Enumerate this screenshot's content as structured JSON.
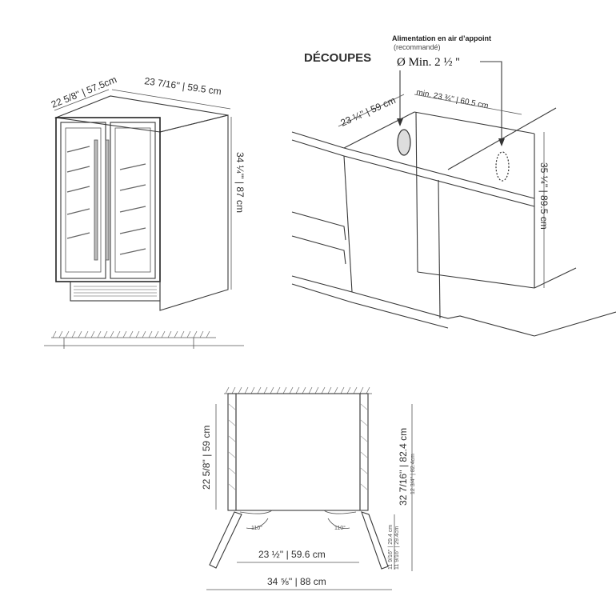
{
  "fridge": {
    "depth_label": "22 5/8'' | 57.5cm",
    "width_label": "23 7/16'' | 59.5 cm",
    "height_label": "34 ¼''' | 87 cm"
  },
  "cutout": {
    "title": "DÉCOUPES",
    "air_supply_title": "Alimentation en air d’appoint",
    "air_supply_note": "(recommandé)",
    "air_supply_size": "Ø  Min. 2 ½ ''",
    "depth_label": "23 ¼'' | 59 cm",
    "width_label": "min. 23 ¾'' | 60.5 cm",
    "height_label": "35 ¼'' | 89.5 cm"
  },
  "top_view": {
    "depth_label": "22 5/8'' | 59 cm",
    "total_depth_label": "32 7/16'' | 82.4 cm",
    "total_depth_small": "12 3/4'' | 82.4cm",
    "door_width_label": "23 ½'' | 59.6 cm",
    "total_width_label": "34 ⅝'' | 88 cm",
    "door_swing_label": "11 9/16'' | 29.4 cm",
    "door_swing_small": "11 9/16'' | 29.4cm",
    "angle_left": "110°",
    "angle_right": "110°"
  }
}
